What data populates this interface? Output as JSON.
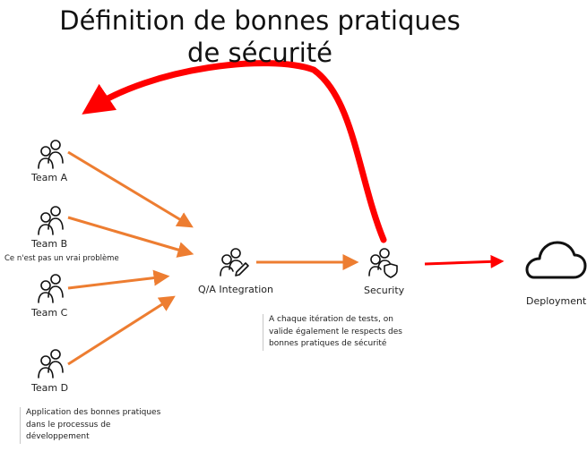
{
  "title": {
    "line1": "Définition de bonnes pratiques",
    "line2": "de sécurité"
  },
  "nodes": {
    "team_a": "Team A",
    "team_b": "Team B",
    "team_c": "Team C",
    "team_d": "Team D",
    "qa": "Q/A Integration",
    "security": "Security",
    "deployment": "Deployment"
  },
  "notes": {
    "team_b": "Ce n'est pas un vrai problème",
    "team_d": [
      "Application des bonnes pratiques",
      "dans le processus de",
      "développement"
    ],
    "security": [
      "A chaque itération de tests, on",
      "valide également le respects des",
      "bonnes pratiques de sécurité"
    ]
  },
  "colors": {
    "orange_arrow": "#ED7D31",
    "red_arrow": "#FF0000",
    "icon_stroke": "#111111"
  },
  "icons": {
    "team": "people-icon",
    "qa": "people-edit-icon",
    "security": "people-shield-icon",
    "deployment": "cloud-icon"
  }
}
